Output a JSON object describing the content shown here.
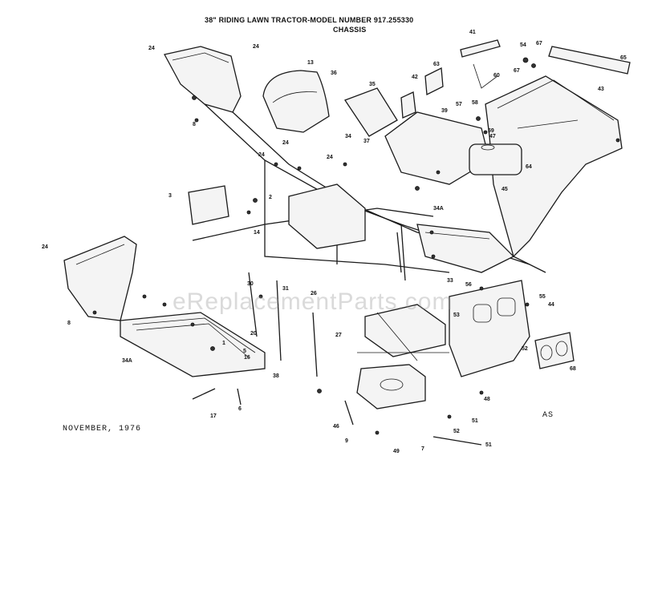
{
  "diagram": {
    "title_line1": "38\" RIDING LAWN TRACTOR-MODEL NUMBER 917.255330",
    "title_line2": "CHASSIS",
    "date": "NOVEMBER, 1976",
    "code": "AS",
    "watermark": "eReplacementParts.com"
  },
  "callouts": [
    {
      "id": "c24a",
      "text": "24"
    },
    {
      "id": "c24b",
      "text": "24"
    },
    {
      "id": "c13",
      "text": "13"
    },
    {
      "id": "c36",
      "text": "36"
    },
    {
      "id": "c35",
      "text": "35"
    },
    {
      "id": "c42",
      "text": "42"
    },
    {
      "id": "c63",
      "text": "63"
    },
    {
      "id": "c41",
      "text": "41"
    },
    {
      "id": "c54",
      "text": "54"
    },
    {
      "id": "c67a",
      "text": "67"
    },
    {
      "id": "c65",
      "text": "65"
    },
    {
      "id": "c60",
      "text": "60"
    },
    {
      "id": "c67b",
      "text": "67"
    },
    {
      "id": "c43",
      "text": "43"
    },
    {
      "id": "c57",
      "text": "57"
    },
    {
      "id": "c58",
      "text": "58"
    },
    {
      "id": "c59",
      "text": "59"
    },
    {
      "id": "c47",
      "text": "47"
    },
    {
      "id": "c39",
      "text": "39"
    },
    {
      "id": "c64",
      "text": "64"
    },
    {
      "id": "c45",
      "text": "45"
    },
    {
      "id": "c8a",
      "text": "8"
    },
    {
      "id": "c3",
      "text": "3"
    },
    {
      "id": "c14",
      "text": "14"
    },
    {
      "id": "c24c",
      "text": "24"
    },
    {
      "id": "c34",
      "text": "34"
    },
    {
      "id": "c24d",
      "text": "24"
    },
    {
      "id": "c37",
      "text": "37"
    },
    {
      "id": "c24e",
      "text": "24"
    },
    {
      "id": "c34A",
      "text": "34A"
    },
    {
      "id": "c30",
      "text": "30"
    },
    {
      "id": "c16",
      "text": "16"
    },
    {
      "id": "c2",
      "text": "2"
    },
    {
      "id": "c24f",
      "text": "24"
    },
    {
      "id": "c8b",
      "text": "8"
    },
    {
      "id": "c34Ab",
      "text": "34A"
    },
    {
      "id": "c17",
      "text": "17"
    },
    {
      "id": "c6",
      "text": "6"
    },
    {
      "id": "c5",
      "text": "5"
    },
    {
      "id": "c1",
      "text": "1"
    },
    {
      "id": "c20",
      "text": "20"
    },
    {
      "id": "c38",
      "text": "38"
    },
    {
      "id": "c27",
      "text": "27"
    },
    {
      "id": "c33",
      "text": "33"
    },
    {
      "id": "c55",
      "text": "55"
    },
    {
      "id": "c44",
      "text": "44"
    },
    {
      "id": "c53",
      "text": "53"
    },
    {
      "id": "c68",
      "text": "68"
    },
    {
      "id": "c52a",
      "text": "52"
    },
    {
      "id": "c48",
      "text": "48"
    },
    {
      "id": "c46",
      "text": "46"
    },
    {
      "id": "c51a",
      "text": "51"
    },
    {
      "id": "c52b",
      "text": "52"
    },
    {
      "id": "c51b",
      "text": "51"
    },
    {
      "id": "c7",
      "text": "7"
    },
    {
      "id": "c49",
      "text": "49"
    },
    {
      "id": "c9",
      "text": "9"
    },
    {
      "id": "c56",
      "text": "56"
    },
    {
      "id": "c26",
      "text": "26"
    },
    {
      "id": "c31",
      "text": "31"
    }
  ]
}
